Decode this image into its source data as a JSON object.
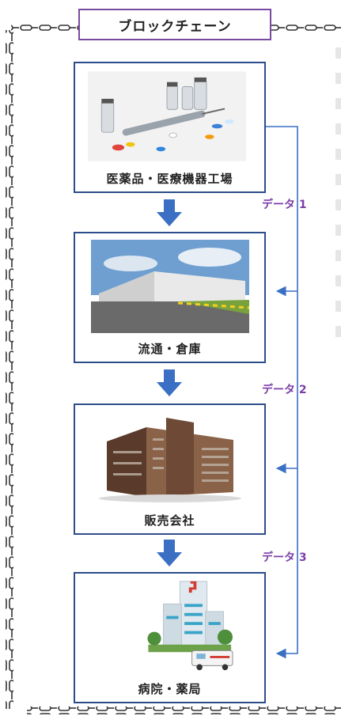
{
  "title": "ブロックチェーン",
  "stages": [
    {
      "id": "factory",
      "label": "医薬品・医療機器工場"
    },
    {
      "id": "logistics",
      "label": "流通・倉庫"
    },
    {
      "id": "sales",
      "label": "販売会社"
    },
    {
      "id": "hospital",
      "label": "病院・薬局"
    }
  ],
  "data_labels": [
    "データ 1",
    "データ 2",
    "データ 3"
  ],
  "colors": {
    "box_border": "#2d4d8a",
    "arrow": "#3a6fc4",
    "data_text": "#7b3fa8",
    "title_border": "#7a4aa0",
    "chain": "#333333"
  }
}
